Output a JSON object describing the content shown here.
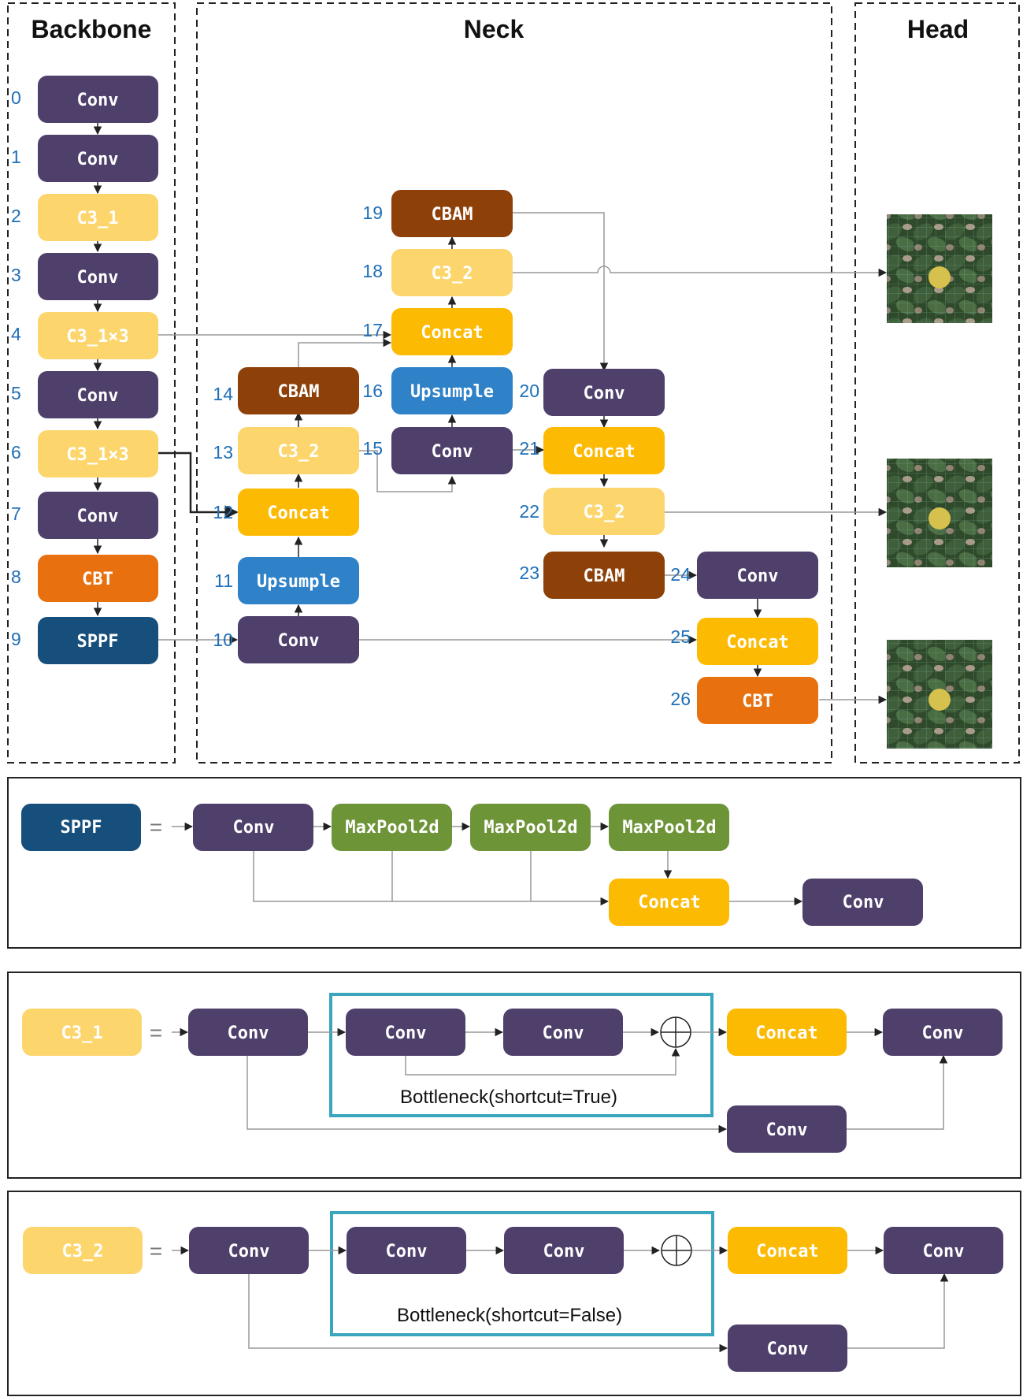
{
  "colors": {
    "conv": "#4e3f6b",
    "c3": "#fcd66d",
    "concat": "#fcba03",
    "cbam": "#8e4009",
    "upsample": "#2f82c8",
    "cbt": "#e8700f",
    "sppf": "#174f7c",
    "maxpool": "#6e9438",
    "bottleneck": "#3aa6bd",
    "number": "#1f6fb8"
  },
  "sections": {
    "backbone": "Backbone",
    "neck": "Neck",
    "head": "Head"
  },
  "backbone": [
    {
      "n": "0",
      "label": "Conv",
      "type": "conv"
    },
    {
      "n": "1",
      "label": "Conv",
      "type": "conv"
    },
    {
      "n": "2",
      "label": "C3_1",
      "type": "c3"
    },
    {
      "n": "3",
      "label": "Conv",
      "type": "conv"
    },
    {
      "n": "4",
      "label": "C3_1×3",
      "type": "c3"
    },
    {
      "n": "5",
      "label": "Conv",
      "type": "conv"
    },
    {
      "n": "6",
      "label": "C3_1×3",
      "type": "c3"
    },
    {
      "n": "7",
      "label": "Conv",
      "type": "conv"
    },
    {
      "n": "8",
      "label": "CBT",
      "type": "cbt"
    },
    {
      "n": "9",
      "label": "SPPF",
      "type": "sppf"
    }
  ],
  "neck": [
    {
      "n": "10",
      "label": "Conv",
      "type": "conv"
    },
    {
      "n": "11",
      "label": "Upsumple",
      "type": "upsample"
    },
    {
      "n": "12",
      "label": "Concat",
      "type": "concat"
    },
    {
      "n": "13",
      "label": "C3_2",
      "type": "c3"
    },
    {
      "n": "14",
      "label": "CBAM",
      "type": "cbam"
    },
    {
      "n": "15",
      "label": "Conv",
      "type": "conv"
    },
    {
      "n": "16",
      "label": "Upsumple",
      "type": "upsample"
    },
    {
      "n": "17",
      "label": "Concat",
      "type": "concat"
    },
    {
      "n": "18",
      "label": "C3_2",
      "type": "c3"
    },
    {
      "n": "19",
      "label": "CBAM",
      "type": "cbam"
    },
    {
      "n": "20",
      "label": "Conv",
      "type": "conv"
    },
    {
      "n": "21",
      "label": "Concat",
      "type": "concat"
    },
    {
      "n": "22",
      "label": "C3_2",
      "type": "c3"
    },
    {
      "n": "23",
      "label": "CBAM",
      "type": "cbam"
    },
    {
      "n": "24",
      "label": "Conv",
      "type": "conv"
    },
    {
      "n": "25",
      "label": "Concat",
      "type": "concat"
    },
    {
      "n": "26",
      "label": "CBT",
      "type": "cbt"
    }
  ],
  "sppf_detail": {
    "name": "SPPF",
    "eq": "=",
    "conv1": "Conv",
    "pool1": "MaxPool2d",
    "pool2": "MaxPool2d",
    "pool3": "MaxPool2d",
    "concat": "Concat",
    "conv2": "Conv"
  },
  "c3_1_detail": {
    "name": "C3_1",
    "eq": "=",
    "conv1": "Conv",
    "b_conv1": "Conv",
    "b_conv2": "Conv",
    "concat": "Concat",
    "conv_out": "Conv",
    "conv_side": "Conv",
    "caption": "Bottleneck(shortcut=True)"
  },
  "c3_2_detail": {
    "name": "C3_2",
    "eq": "=",
    "conv1": "Conv",
    "b_conv1": "Conv",
    "b_conv2": "Conv",
    "concat": "Concat",
    "conv_out": "Conv",
    "conv_side": "Conv",
    "caption": "Bottleneck(shortcut=False)"
  }
}
